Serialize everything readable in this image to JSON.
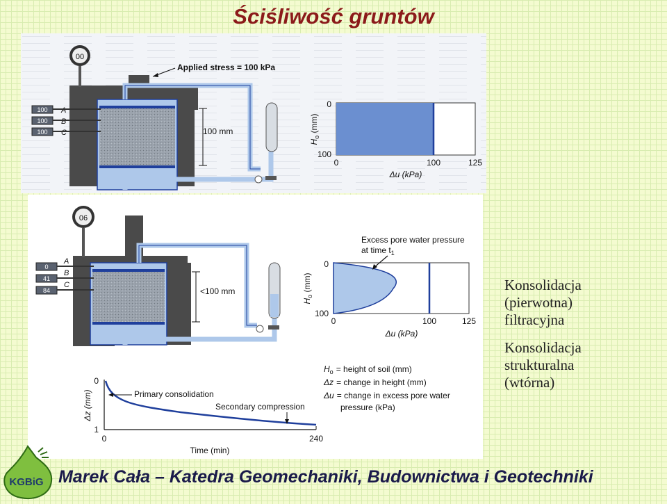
{
  "slide": {
    "title": "Ściśliwość gruntów",
    "footer": "Marek Cała – Katedra Geomechaniki, Budownictwa i Geotechniki",
    "logo_text": "KGBiG"
  },
  "notes": {
    "primary": [
      "Konsolidacja",
      "(pierwotna)",
      "filtracyjna"
    ],
    "secondary": [
      "Konsolidacja",
      "strukturalna",
      "(wtórna)"
    ]
  },
  "top_panel": {
    "dial": "00",
    "applied_stress": "Applied stress = 100 kPa",
    "gauges": [
      "100",
      "100",
      "100"
    ],
    "gauge_labels": [
      "A",
      "B",
      "C"
    ],
    "height_label": "100 mm",
    "chart": {
      "ylabel": "H",
      "ylabel_sub": "o",
      "ylabel_unit": "(mm)",
      "xlabel": "Δu (kPa)",
      "y_ticks": [
        "0",
        "100"
      ],
      "x_ticks": [
        "0",
        "100",
        "125"
      ]
    }
  },
  "middle_panel": {
    "dial": "06",
    "gauges": [
      "0",
      "41",
      "84"
    ],
    "gauge_labels": [
      "A",
      "B",
      "C"
    ],
    "height_label": "<100 mm",
    "annotation_line1": "Excess pore water pressure",
    "annotation_line2": "at time t",
    "annotation_sub": "1",
    "chart": {
      "ylabel": "H",
      "ylabel_sub": "o",
      "ylabel_unit": "(mm)",
      "xlabel": "Δu (kPa)",
      "y_ticks": [
        "0",
        "100"
      ],
      "x_ticks": [
        "0",
        "100",
        "125"
      ]
    }
  },
  "bottom_panel": {
    "ylabel": "Δz (mm)",
    "xlabel": "Time (min)",
    "y_ticks": [
      "0",
      "1"
    ],
    "x_ticks": [
      "0",
      "240"
    ],
    "primary_label": "Primary consolidation",
    "secondary_label": "Secondary compression"
  },
  "legend": [
    {
      "sym": "H",
      "sub": "o",
      "text": "= height of soil (mm)"
    },
    {
      "sym": "Δz",
      "sub": "",
      "text": "= change in height (mm)"
    },
    {
      "sym": "Δu",
      "sub": "",
      "text": "= change in excess pore water"
    },
    {
      "sym": "",
      "sub": "",
      "text": "pressure (kPa)"
    }
  ],
  "colors": {
    "title": "#8b1a1a",
    "apparatus": "#4a4a4a",
    "water": "#aec8ea",
    "soil": "#9aa2ac",
    "chart_fill": "#6b8fd0",
    "curve": "#1f3f9c"
  }
}
